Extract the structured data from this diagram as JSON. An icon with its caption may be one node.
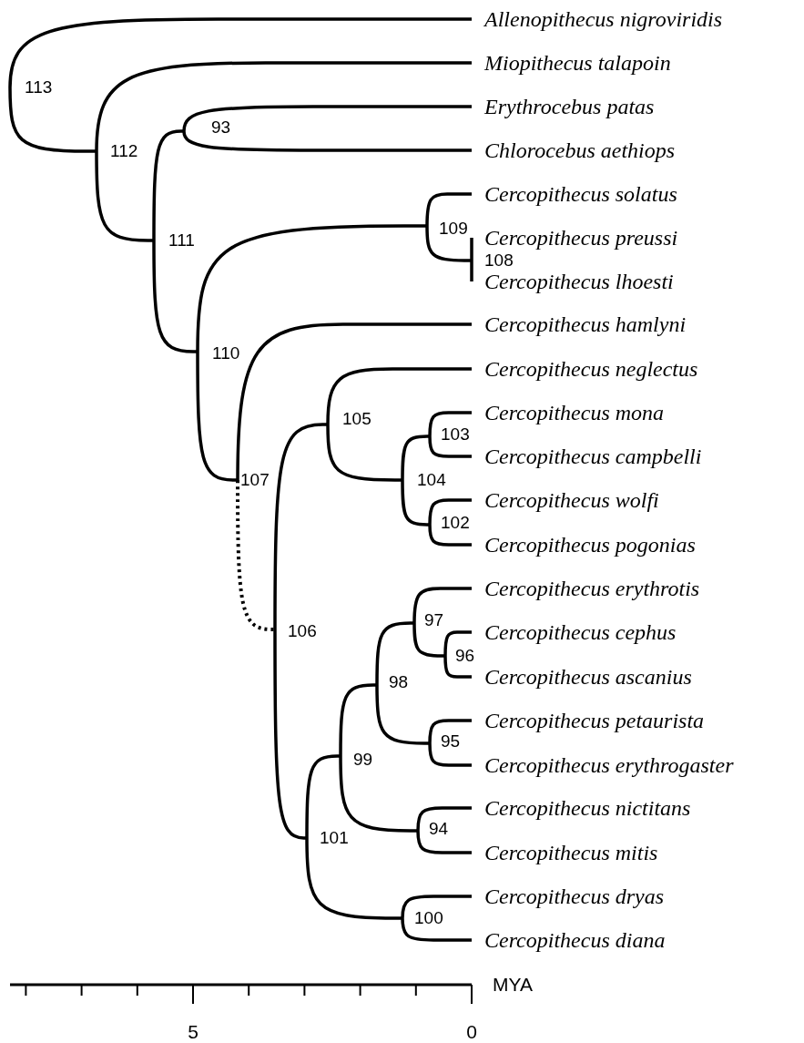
{
  "diagram": {
    "nodes": [
      {
        "text": [
          "Allenopithecus nigroviridis"
        ]
      },
      {
        "text": [
          "Miopithecus talapoin"
        ]
      },
      {
        "text": [
          "Erythrocebus patas"
        ]
      },
      {
        "text": [
          "Chlorocebus aethiops"
        ]
      },
      {
        "text": [
          "Cercopithecus solatus"
        ]
      },
      {
        "text": [
          "Cercopithecus preussi"
        ]
      },
      {
        "text": [
          "Cercopithecus lhoesti"
        ]
      },
      {
        "text": [
          "Cercopithecus hamlyni"
        ]
      },
      {
        "text": [
          "Cercopithecus neglectus"
        ]
      },
      {
        "text": [
          "Cercopithecus mona"
        ]
      },
      {
        "text": [
          "Cercopithecus campbelli"
        ]
      },
      {
        "text": [
          "Cercopithecus wolfi"
        ]
      },
      {
        "text": [
          "Cercopithecus pogonias"
        ]
      },
      {
        "text": [
          "Cercopithecus erythrotis"
        ]
      },
      {
        "text": [
          "Cercopithecus cephus"
        ]
      },
      {
        "text": [
          "Cercopithecus ascanius"
        ]
      },
      {
        "text": [
          "Cercopithecus petaurista"
        ]
      },
      {
        "text": [
          "Cercopithecus erythrogaster"
        ]
      },
      {
        "text": [
          "Cercopithecus nictitans"
        ]
      },
      {
        "text": [
          "Cercopithecus mitis"
        ]
      },
      {
        "text": [
          "Cercopithecus dryas"
        ]
      },
      {
        "text": [
          "Cercopithecus diana"
        ]
      },
      {
        "text": [
          "113"
        ]
      },
      {
        "text": [
          "112"
        ]
      },
      {
        "text": [
          "111"
        ]
      },
      {
        "text": [
          "93"
        ]
      },
      {
        "text": [
          "110"
        ]
      },
      {
        "text": [
          "109"
        ]
      },
      {
        "text": [
          "108"
        ]
      },
      {
        "text": [
          "107"
        ]
      },
      {
        "text": [
          "106"
        ]
      },
      {
        "text": [
          "105"
        ]
      },
      {
        "text": [
          "104"
        ]
      },
      {
        "text": [
          "103"
        ]
      },
      {
        "text": [
          "102"
        ]
      },
      {
        "text": [
          "101"
        ]
      },
      {
        "text": [
          "99"
        ]
      },
      {
        "text": [
          "98"
        ]
      },
      {
        "text": [
          "97"
        ]
      },
      {
        "text": [
          "96"
        ]
      },
      {
        "text": [
          "95"
        ]
      },
      {
        "text": [
          "94"
        ]
      },
      {
        "text": [
          "100"
        ]
      }
    ],
    "edges": [
      {
        "from": 22,
        "to": 0,
        "arrow": "none"
      },
      {
        "from": 22,
        "to": 23,
        "arrow": "none"
      },
      {
        "from": 23,
        "to": 1,
        "arrow": "none"
      },
      {
        "from": 23,
        "to": 24,
        "arrow": "none"
      },
      {
        "from": 24,
        "to": 25,
        "arrow": "none"
      },
      {
        "from": 24,
        "to": 26,
        "arrow": "none"
      },
      {
        "from": 25,
        "to": 2,
        "arrow": "none"
      },
      {
        "from": 25,
        "to": 3,
        "arrow": "none"
      },
      {
        "from": 26,
        "to": 27,
        "arrow": "none"
      },
      {
        "from": 26,
        "to": 29,
        "arrow": "none"
      },
      {
        "from": 27,
        "to": 4,
        "arrow": "none"
      },
      {
        "from": 27,
        "to": 28,
        "arrow": "none"
      },
      {
        "from": 28,
        "to": 5,
        "arrow": "none"
      },
      {
        "from": 28,
        "to": 6,
        "arrow": "none"
      },
      {
        "from": 29,
        "to": 7,
        "arrow": "none"
      },
      {
        "from": 29,
        "to": 30,
        "arrow": "none",
        "style": "dashed"
      },
      {
        "from": 30,
        "to": 31,
        "arrow": "none"
      },
      {
        "from": 30,
        "to": 35,
        "arrow": "none"
      },
      {
        "from": 31,
        "to": 8,
        "arrow": "none"
      },
      {
        "from": 31,
        "to": 32,
        "arrow": "none"
      },
      {
        "from": 32,
        "to": 33,
        "arrow": "none"
      },
      {
        "from": 32,
        "to": 34,
        "arrow": "none"
      },
      {
        "from": 33,
        "to": 9,
        "arrow": "none"
      },
      {
        "from": 33,
        "to": 10,
        "arrow": "none"
      },
      {
        "from": 34,
        "to": 11,
        "arrow": "none"
      },
      {
        "from": 34,
        "to": 12,
        "arrow": "none"
      },
      {
        "from": 35,
        "to": 36,
        "arrow": "none"
      },
      {
        "from": 35,
        "to": 42,
        "arrow": "none"
      },
      {
        "from": 36,
        "to": 37,
        "arrow": "none"
      },
      {
        "from": 36,
        "to": 41,
        "arrow": "none"
      },
      {
        "from": 37,
        "to": 38,
        "arrow": "none"
      },
      {
        "from": 37,
        "to": 40,
        "arrow": "none"
      },
      {
        "from": 38,
        "to": 13,
        "arrow": "none"
      },
      {
        "from": 38,
        "to": 39,
        "arrow": "none"
      },
      {
        "from": 39,
        "to": 14,
        "arrow": "none"
      },
      {
        "from": 39,
        "to": 15,
        "arrow": "none"
      },
      {
        "from": 40,
        "to": 16,
        "arrow": "none"
      },
      {
        "from": 40,
        "to": 17,
        "arrow": "none"
      },
      {
        "from": 41,
        "to": 18,
        "arrow": "none"
      },
      {
        "from": 41,
        "to": 19,
        "arrow": "none"
      },
      {
        "from": 42,
        "to": 20,
        "arrow": "none"
      },
      {
        "from": 42,
        "to": 21,
        "arrow": "none"
      }
    ],
    "labels": [
      "MYA",
      "5",
      "0"
    ]
  }
}
